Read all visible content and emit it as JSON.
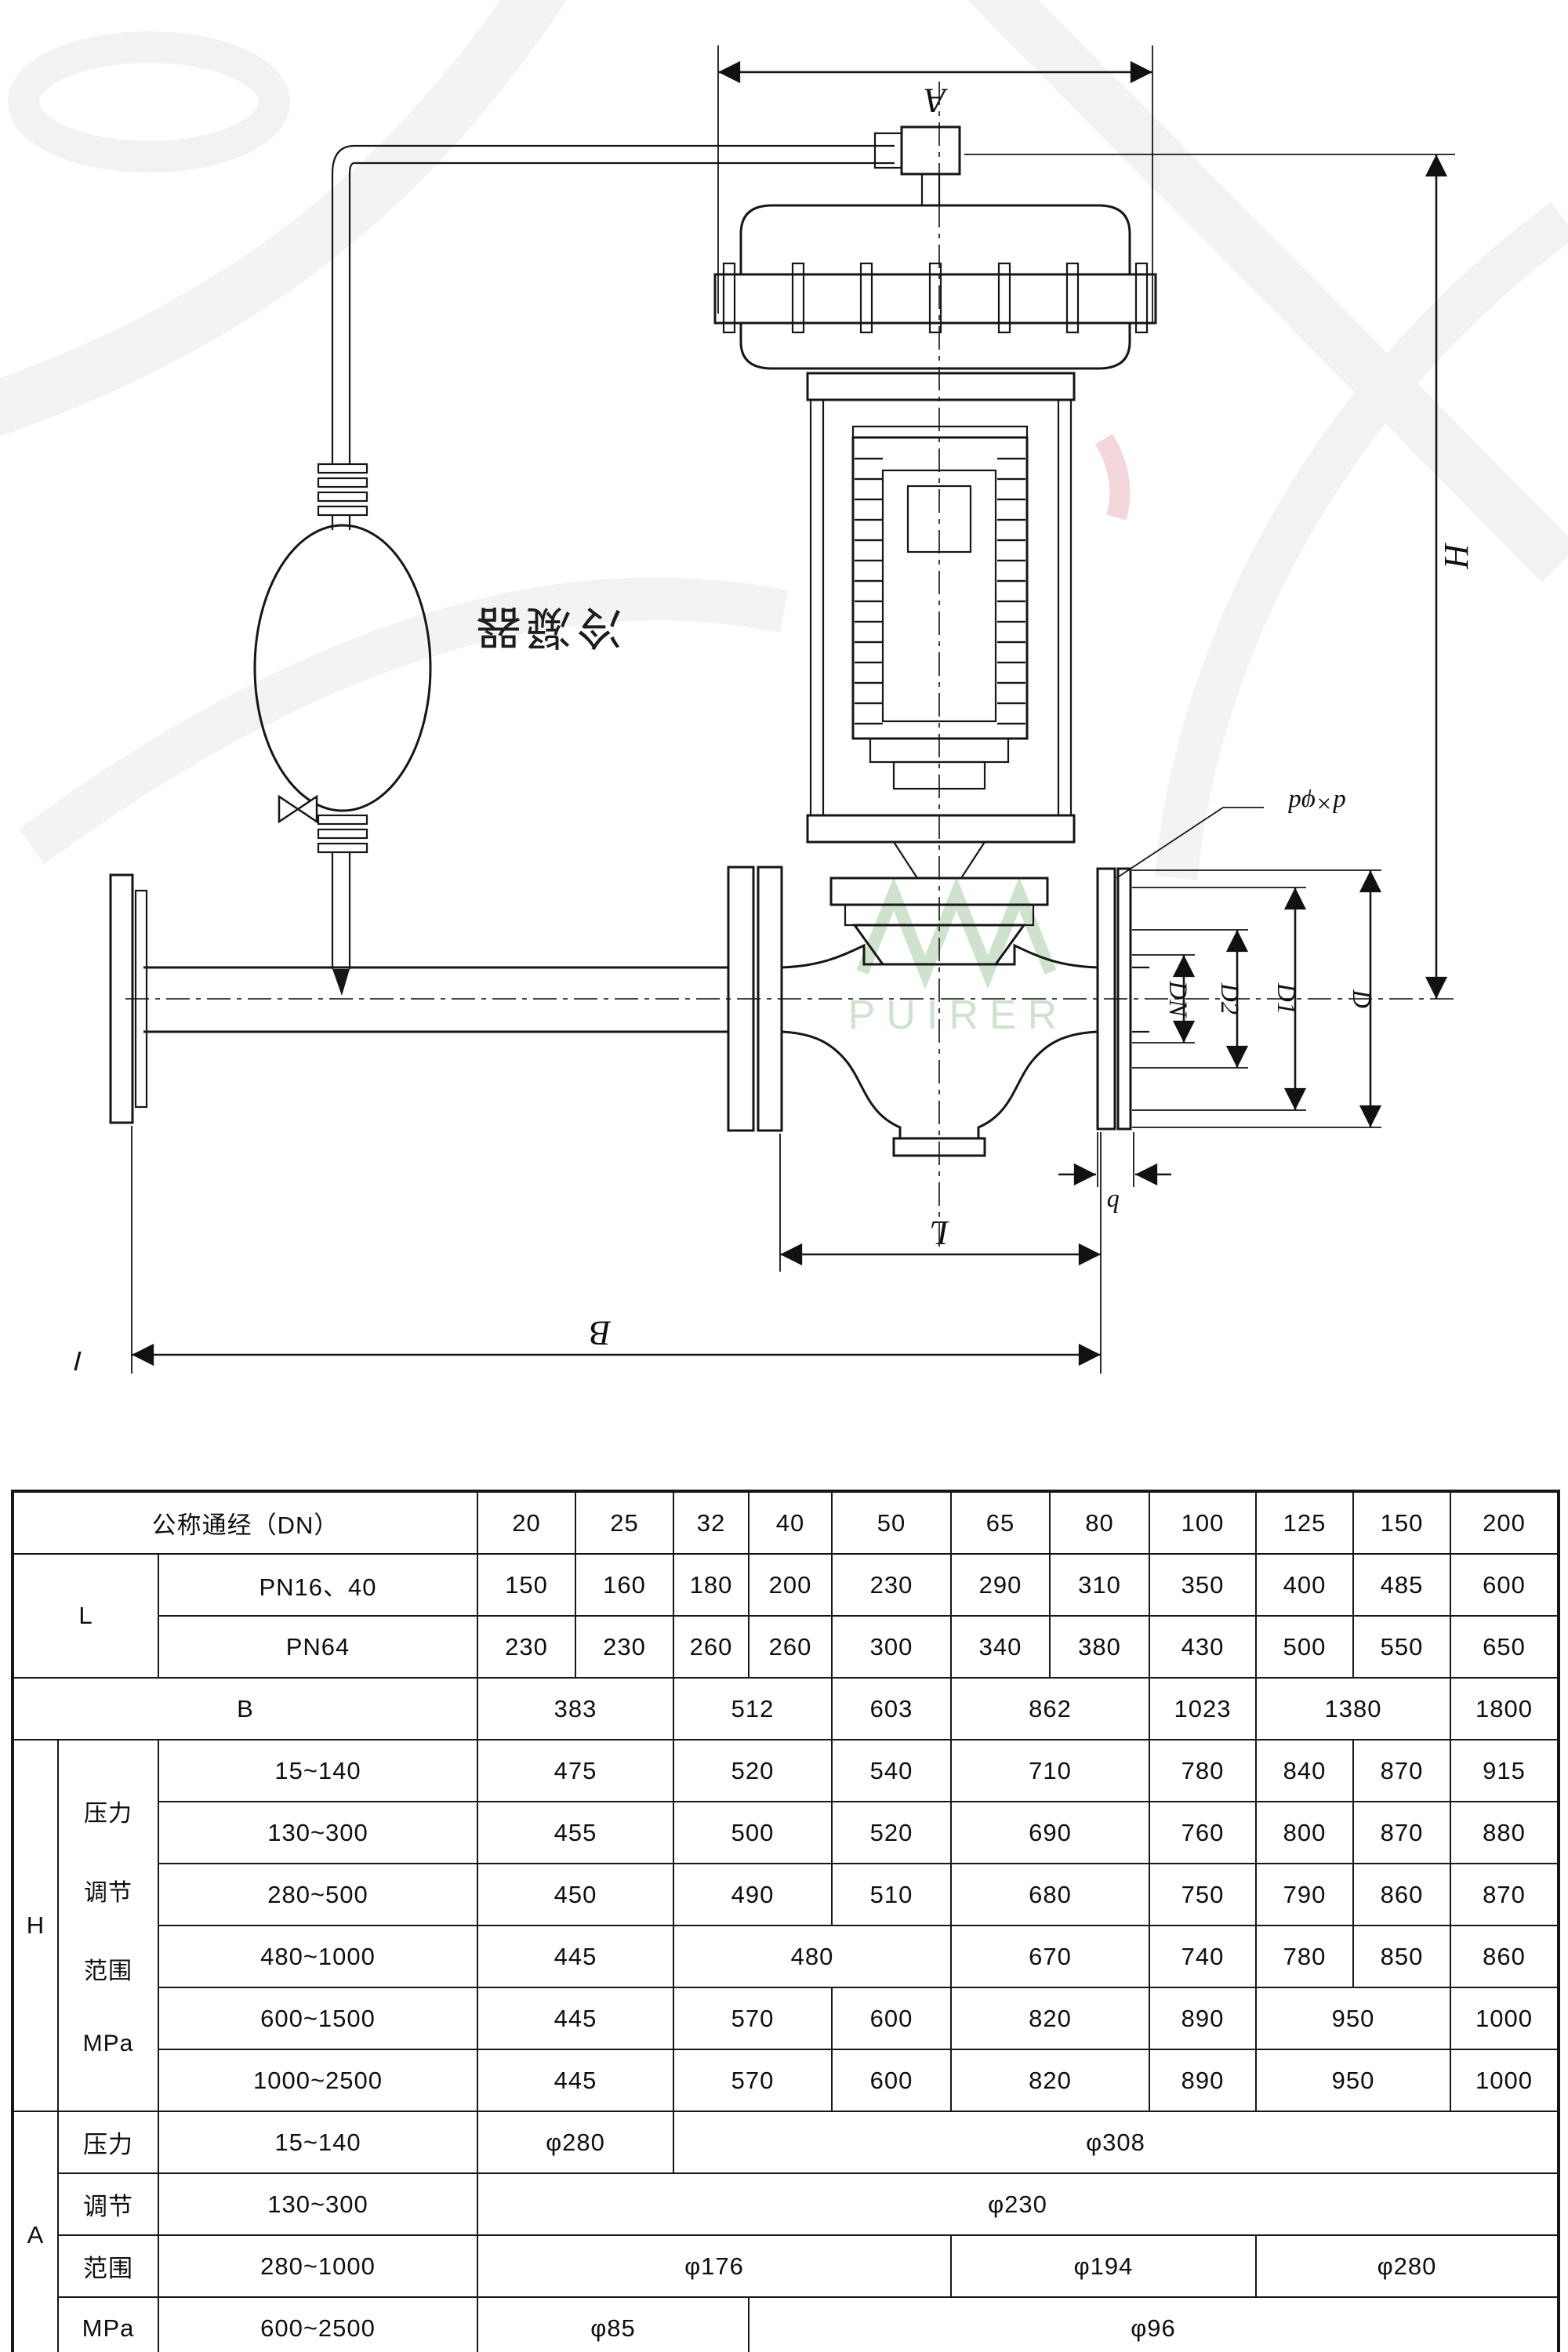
{
  "drawing": {
    "labels": {
      "dim_a": "A",
      "dim_h": "H",
      "dim_l": "L",
      "dim_b_total": "B",
      "dim_b_small": "b",
      "bolt_spec": "d×φd",
      "dim_dn": "DN",
      "dim_d2": "D2",
      "dim_d1": "D1",
      "dim_d": "D",
      "condenser": "冷凝器",
      "section_mark": "Ⅰ"
    },
    "watermark": "PUIRER"
  },
  "table": {
    "header": {
      "label": "公称通经（DN）",
      "dn": [
        "20",
        "25",
        "32",
        "40",
        "50",
        "65",
        "80",
        "100",
        "125",
        "150",
        "200"
      ]
    },
    "l_section": {
      "label": "L",
      "rows": [
        {
          "label": "PN16、40",
          "values": [
            "150",
            "160",
            "180",
            "200",
            "230",
            "290",
            "310",
            "350",
            "400",
            "485",
            "600"
          ]
        },
        {
          "label": "PN64",
          "values": [
            "230",
            "230",
            "260",
            "260",
            "300",
            "340",
            "380",
            "430",
            "500",
            "550",
            "650"
          ]
        }
      ]
    },
    "b_row": {
      "label": "B",
      "cells": [
        {
          "v": "383"
        },
        {
          "v": "512"
        },
        {
          "v": "603"
        },
        {
          "v": "862"
        },
        {
          "v": "1023"
        },
        {
          "v": "1380"
        },
        {
          "v": "1800"
        }
      ]
    },
    "h_section": {
      "label": "H",
      "side_label": [
        "压力",
        "调节",
        "范围",
        "MPa"
      ],
      "rows": [
        {
          "label": "15~140",
          "cells": [
            {
              "v": "475"
            },
            {
              "v": "520"
            },
            {
              "v": "540"
            },
            {
              "v": "710"
            },
            {
              "v": "780"
            },
            {
              "v": "840"
            },
            {
              "v": "870"
            },
            {
              "v": "915"
            }
          ]
        },
        {
          "label": "130~300",
          "cells": [
            {
              "v": "455"
            },
            {
              "v": "500"
            },
            {
              "v": "520"
            },
            {
              "v": "690"
            },
            {
              "v": "760"
            },
            {
              "v": "800"
            },
            {
              "v": "870"
            },
            {
              "v": "880"
            }
          ]
        },
        {
          "label": "280~500",
          "cells": [
            {
              "v": "450"
            },
            {
              "v": "490"
            },
            {
              "v": "510"
            },
            {
              "v": "680"
            },
            {
              "v": "750"
            },
            {
              "v": "790"
            },
            {
              "v": "860"
            },
            {
              "v": "870"
            }
          ]
        },
        {
          "label": "480~1000",
          "cells": [
            {
              "v": "445"
            },
            {
              "v": "480"
            },
            {
              "v": "670"
            },
            {
              "v": "740"
            },
            {
              "v": "780"
            },
            {
              "v": "850"
            },
            {
              "v": "860"
            }
          ]
        },
        {
          "label": "600~1500",
          "cells": [
            {
              "v": "445"
            },
            {
              "v": "570"
            },
            {
              "v": "600"
            },
            {
              "v": "820"
            },
            {
              "v": "890"
            },
            {
              "v": "950"
            },
            {
              "v": "1000"
            }
          ]
        },
        {
          "label": "1000~2500",
          "cells": [
            {
              "v": "445"
            },
            {
              "v": "570"
            },
            {
              "v": "600"
            },
            {
              "v": "820"
            },
            {
              "v": "890"
            },
            {
              "v": "950"
            },
            {
              "v": "1000"
            }
          ]
        }
      ]
    },
    "a_section": {
      "label": "A",
      "rows": [
        {
          "side": "压力",
          "label": "15~140",
          "cells": [
            {
              "v": "φ280"
            },
            {
              "v": "φ308"
            }
          ]
        },
        {
          "side": "调节",
          "label": "130~300",
          "cells": [
            {
              "v": "φ230"
            }
          ]
        },
        {
          "side": "范围",
          "label": "280~1000",
          "cells": [
            {
              "v": "φ176"
            },
            {
              "v": "φ194"
            },
            {
              "v": "φ280"
            }
          ]
        },
        {
          "side": "MPa",
          "label": "600~2500",
          "cells": [
            {
              "v": "φ85"
            },
            {
              "v": "φ96"
            }
          ]
        }
      ]
    }
  }
}
